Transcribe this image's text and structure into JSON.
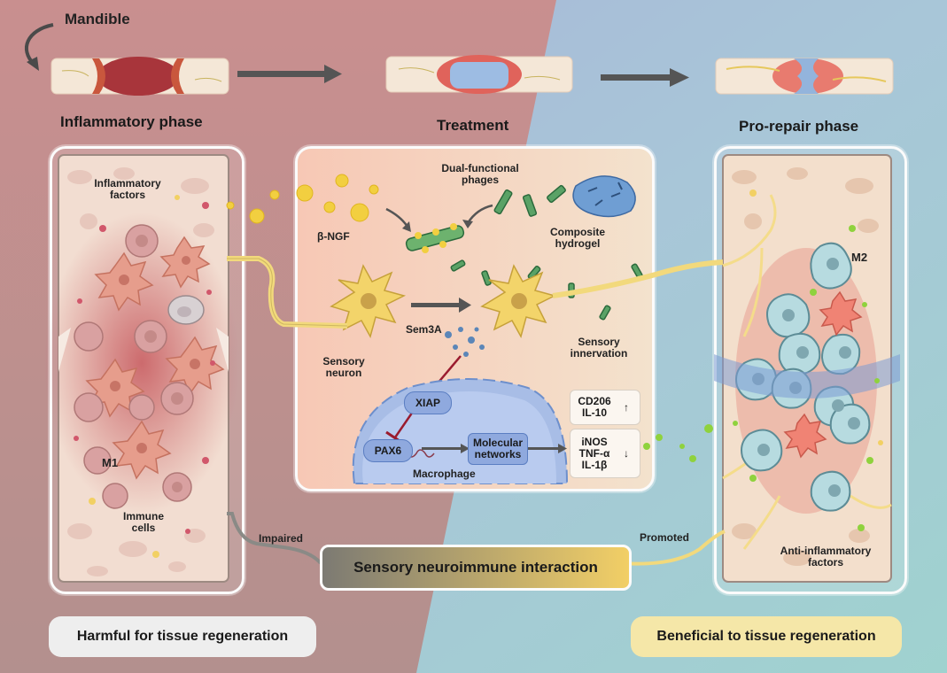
{
  "top": {
    "mandible_label": "Mandible",
    "phases": [
      "Inflammatory phase",
      "Treatment",
      "Pro-repair phase"
    ]
  },
  "left_panel": {
    "inflammatory_factors": "Inflammatory factors",
    "m1": "M1",
    "immune_cells": "Immune cells"
  },
  "center_panel": {
    "dual_functional_phages": "Dual-functional phages",
    "beta_ngf": "β-NGF",
    "composite_hydrogel": "Composite hydrogel",
    "sensory_neuron": "Sensory neuron",
    "sem3a": "Sem3A",
    "sensory_innervation": "Sensory innervation",
    "xiap": "XIAP",
    "pax6": "PAX6",
    "molecular_networks": "Molecular networks",
    "macrophage": "Macrophage",
    "upregulated": "CD206 IL-10",
    "downregulated": "iNOS TNF-α IL-1β",
    "up_arrow": "↑",
    "down_arrow": "↓"
  },
  "right_panel": {
    "m2": "M2",
    "anti_inflammatory_factors": "Anti-inflammatory factors"
  },
  "interaction": {
    "impaired": "Impaired",
    "central": "Sensory neuroimmune interaction",
    "promoted": "Promoted"
  },
  "bottom": {
    "harmful": "Harmful for tissue regeneration",
    "beneficial": "Beneficial to tissue regeneration"
  },
  "colors": {
    "left_bg": "#b07b7d",
    "right_bg": "#9fb7cf",
    "center_panel_bg": "#f6d6c2",
    "macrophage_blue": "#a9bde3",
    "neuron_yellow": "#f2d46a",
    "beneficial_box": "#f5e7a8",
    "harmful_box": "#eeeeee"
  }
}
